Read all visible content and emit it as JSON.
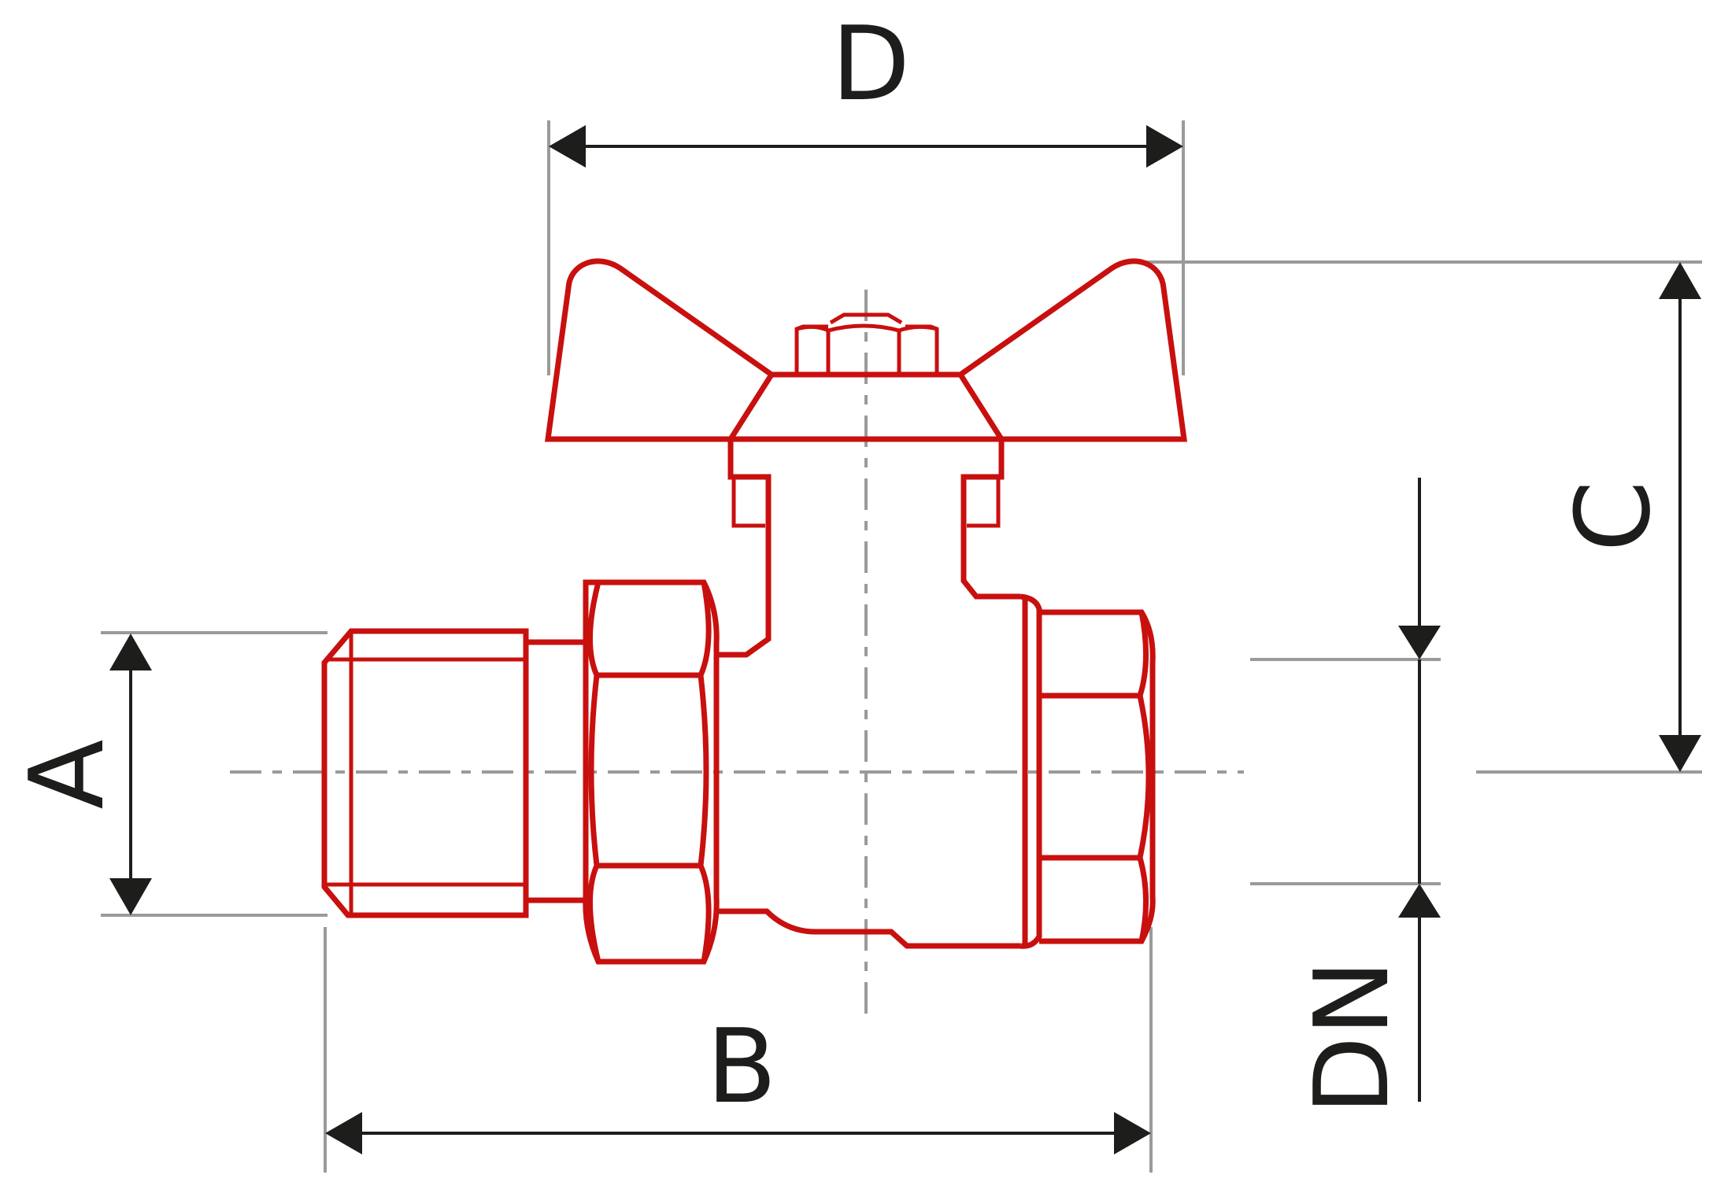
{
  "diagram": {
    "labels": {
      "A": "A",
      "B": "B",
      "C": "C",
      "D": "D",
      "DN": "DN"
    },
    "colors": {
      "valve_outline": "#c8100f",
      "reference_lines": "#9a9a9a",
      "dimension_lines": "#1d1d1b",
      "background": "#ffffff"
    }
  }
}
